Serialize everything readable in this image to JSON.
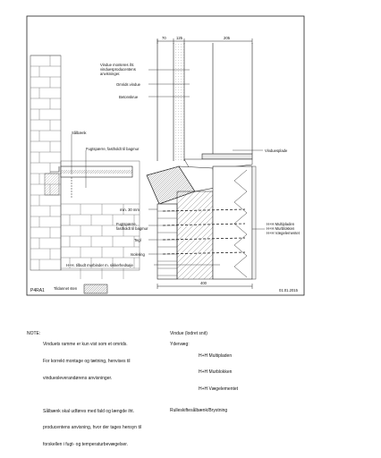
{
  "labels": {
    "dim_70": "70",
    "dim_125": "125",
    "dim_205": "205",
    "dim_400": "400",
    "vindue_monteres": [
      "Vindue monteres iht.",
      "vinduesproducentens",
      "anvisninger."
    ],
    "omrids_vindue": "Omrids vindue",
    "betonskrue": "Betonskrue",
    "saalbaenk": "Sålbænk",
    "fugtspaerre_top": "Fugtspærre, fastholdt til bagmur",
    "vinduesplade": "Vinduesplade",
    "min_30mm": "min. 30 mm",
    "hh_right": [
      "H+H Multipladen",
      "H+H Murblokken",
      "H+H Vægelementet"
    ],
    "fugtspaerre_bottom": [
      "Fugtspærre,",
      "fastholdt til bagmur"
    ],
    "tegl": "Tegl",
    "isolering": "Isolering",
    "hh_bindere": "H+H. tilbudt murbinder m. sikkerhedsøje",
    "tildannet_sten": "Tildannet sten",
    "code": "P4RA1",
    "date": "01.01.2015"
  },
  "notes": {
    "note_label": "NOTE:",
    "note_lines": [
      "Vinduets ramme er kun vist som et omrids.",
      "For korrekt montage og tætning, henvises til",
      "vinduesleverandørens anvisninger."
    ],
    "note2_lines": [
      "Sålbænk skal udføres med fald og længde iht.",
      "producentens anvisning, hvor der tages hensyn til",
      "forskellen i fugt- og temperaturbevægelser."
    ],
    "right_title": "Vindue (lodret snit)",
    "ydervaeg_label": "Ydervæg:",
    "ydervaeg_items": [
      "H+H Multipladen",
      "H+H Murblokken",
      "H+H Vægelementet"
    ],
    "footer": "Rulleskiftesålbænk/Brystning"
  }
}
